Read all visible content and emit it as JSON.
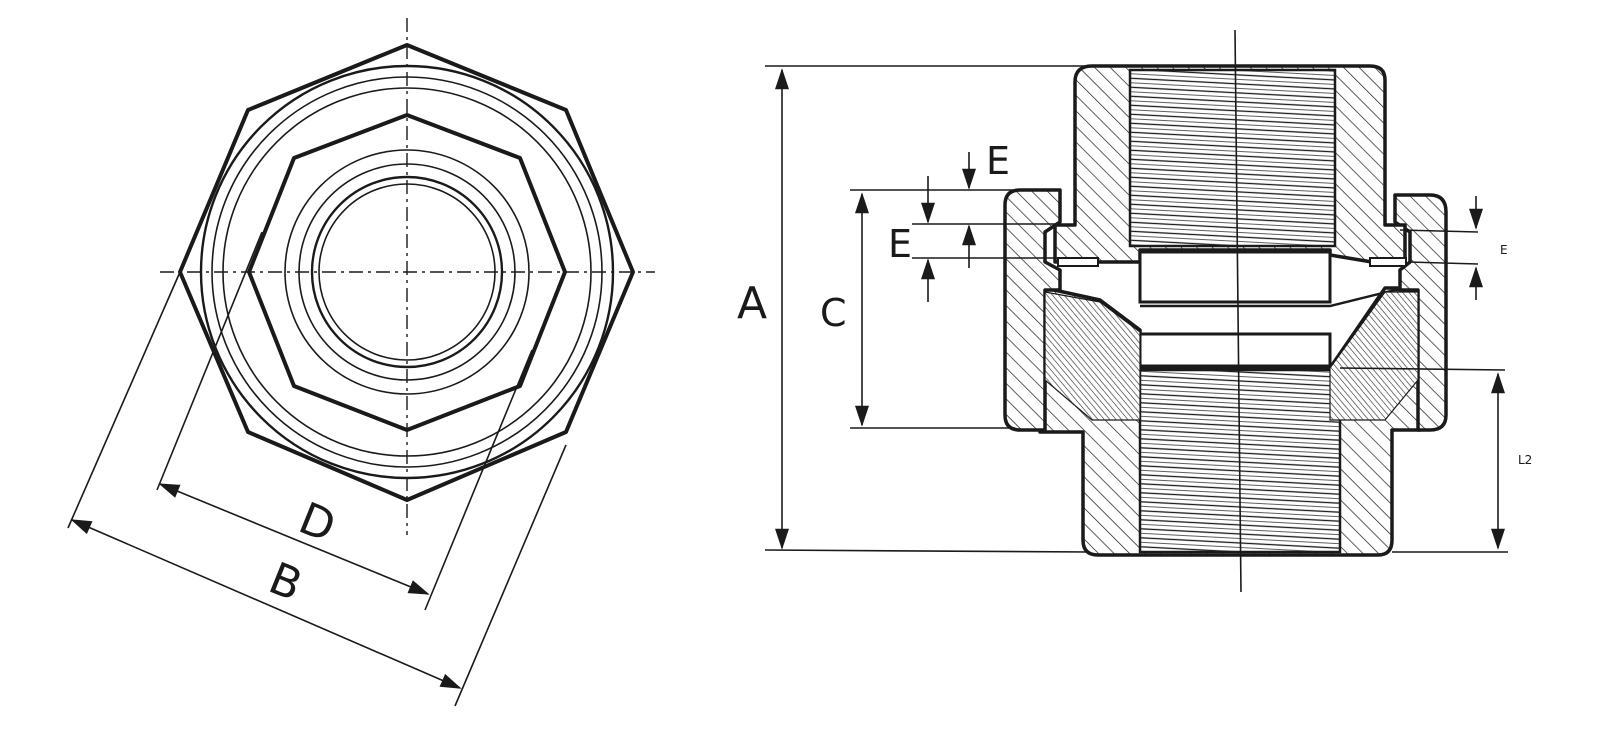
{
  "labels": {
    "A": "A",
    "B": "B",
    "C": "C",
    "D": "D",
    "E_top": "E",
    "E_mid": "E",
    "E_right": "E",
    "L2": "L2"
  },
  "colors": {
    "ink": "#1a1a1a",
    "paper": "#ffffff"
  }
}
